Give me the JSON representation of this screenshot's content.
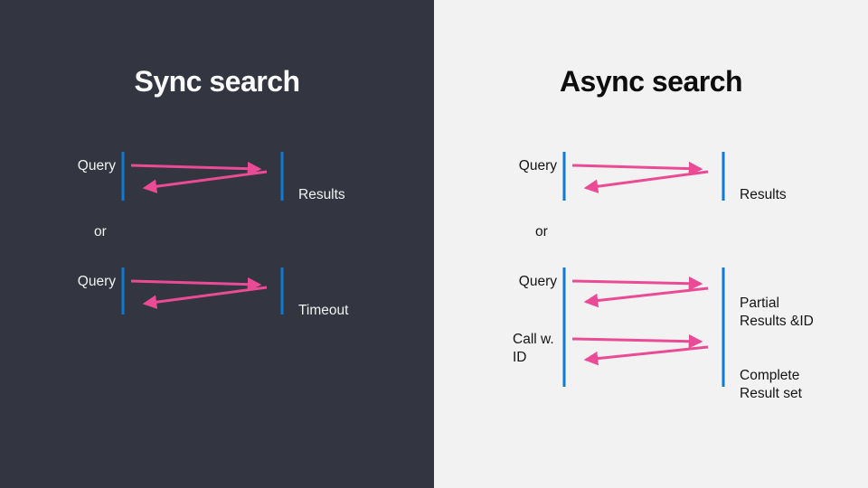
{
  "colors": {
    "dark_bg": "#333640",
    "light_bg": "#f2f2f2",
    "accent_blue": "#0e7ad6",
    "accent_pink": "#ea4b94",
    "light_text": "#f2f2f2",
    "dark_text": "#141414",
    "light_title": "#fafafa",
    "dark_title": "#0d0d0d"
  },
  "left": {
    "title": "Sync search",
    "or_label": "or",
    "diagram1": {
      "query": "Query",
      "result": "Results"
    },
    "diagram2": {
      "query": "Query",
      "result": "Timeout"
    }
  },
  "right": {
    "title": "Async search",
    "or_label": "or",
    "diagram1": {
      "query": "Query",
      "result": "Results"
    },
    "diagram2": {
      "query1": "Query",
      "query2": "Call w. ID",
      "result1": "Partial Results &ID",
      "result2": "Complete Result set"
    }
  }
}
